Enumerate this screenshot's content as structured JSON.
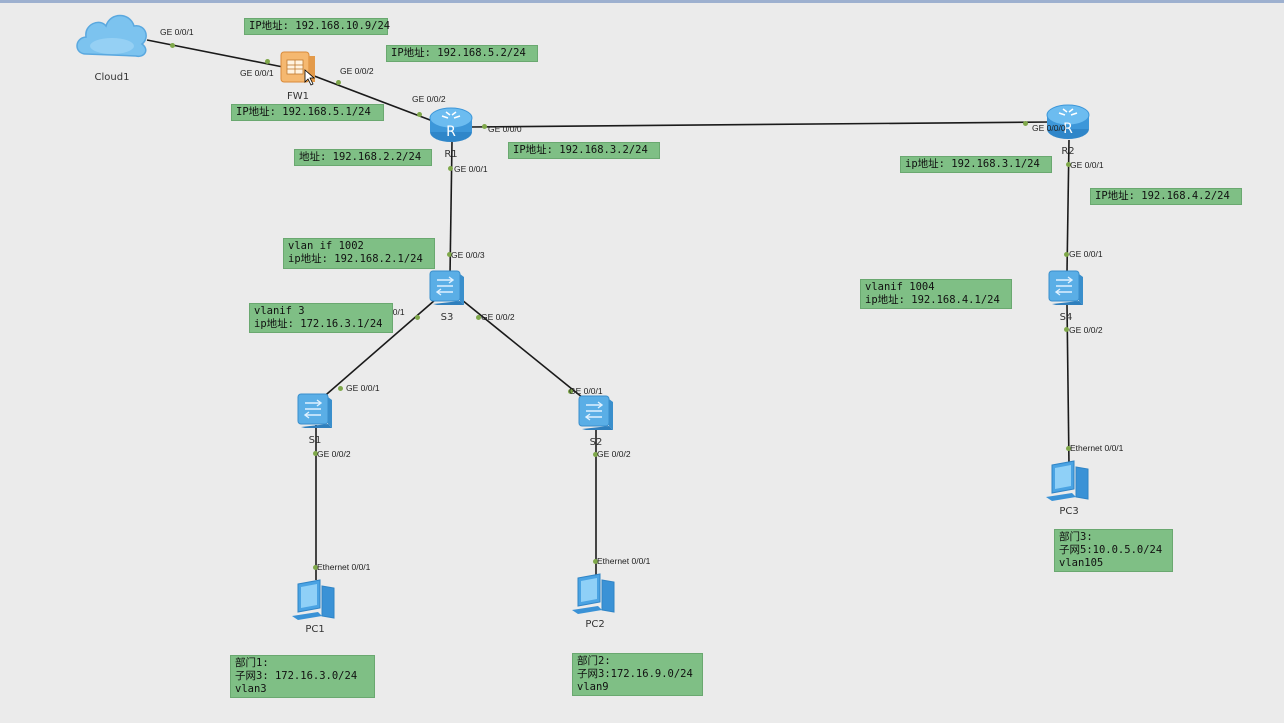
{
  "colors": {
    "background": "#ebebeb",
    "note_fill": "#7fbf85",
    "link": "#1a1a1a",
    "port_dot": "#7fa84a",
    "switch": "#5aaee6",
    "router": "#4da3e0",
    "firewall": "#f0a050"
  },
  "devices": {
    "cloud1": {
      "label": "Cloud1",
      "icon": "cloud-icon"
    },
    "fw1": {
      "label": "FW1",
      "icon": "firewall-icon"
    },
    "r1": {
      "label": "R1",
      "icon": "router-icon"
    },
    "r2": {
      "label": "R2",
      "icon": "router-icon"
    },
    "s3": {
      "label": "S3",
      "icon": "switch-icon"
    },
    "s1": {
      "label": "S1",
      "icon": "switch-icon"
    },
    "s2": {
      "label": "S2",
      "icon": "switch-icon"
    },
    "s4": {
      "label": "S4",
      "icon": "switch-icon"
    },
    "pc1": {
      "label": "PC1",
      "icon": "pc-icon"
    },
    "pc2": {
      "label": "PC2",
      "icon": "pc-icon"
    },
    "pc3": {
      "label": "PC3",
      "icon": "pc-icon"
    }
  },
  "ports": {
    "cloud1_ge001": "GE 0/0/1",
    "fw1_ge001": "GE 0/0/1",
    "fw1_ge002": "GE 0/0/2",
    "r1_ge002": "GE 0/0/2",
    "r1_ge000": "GE 0/0/0",
    "r1_ge001": "GE 0/0/1",
    "r2_ge000": "GE 0/0/0",
    "r2_ge001": "GE 0/0/1",
    "s3_ge003": "GE 0/0/3",
    "s3_ge001": "GE 0/0/1",
    "s3_ge002": "GE 0/0/2",
    "s1_ge001": "GE 0/0/1",
    "s1_ge002": "GE 0/0/2",
    "s2_ge001": "GE 0/0/1",
    "s2_ge002": "GE 0/0/2",
    "s4_ge001": "GE 0/0/1",
    "s4_ge002": "GE 0/0/2",
    "pc1_eth": "Ethernet 0/0/1",
    "pc2_eth": "Ethernet 0/0/1",
    "pc3_eth": "Ethernet 0/0/1"
  },
  "notes": {
    "fw_outside_ip": "IP地址: 192.168.10.9/24",
    "r1_to_fw_ip": "IP地址: 192.168.5.2/24",
    "fw_inside_ip": "IP地址: 192.168.5.1/24",
    "r1_down_ip": "地址: 192.168.2.2/24",
    "r1_to_r2_ip": "IP地址: 192.168.3.2/24",
    "r2_to_r1_ip": "ip地址: 192.168.3.1/24",
    "r2_down_ip": "IP地址: 192.168.4.2/24",
    "s3_vlanif1002": "vlan if 1002\nip地址: 192.168.2.1/24",
    "s3_vlanif3": "vlanif 3\nip地址: 172.16.3.1/24",
    "s4_vlanif1004": "vlanif 1004\nip地址: 192.168.4.1/24",
    "dept1": "部门1:\n子网3: 172.16.3.0/24\nvlan3",
    "dept2": "部门2:\n子网3:172.16.9.0/24\nvlan9",
    "dept3": "部门3:\n子网5:10.0.5.0/24\nvlan105"
  }
}
